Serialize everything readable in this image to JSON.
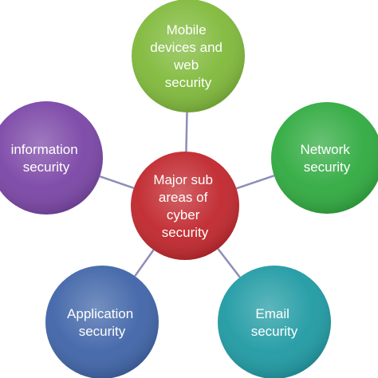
{
  "center": {
    "label_lines": [
      "Major sub",
      "areas of",
      "cyber",
      "security"
    ],
    "color": "#c0262c"
  },
  "nodes": [
    {
      "id": "mobile",
      "label_lines": [
        "Mobile",
        "devices and",
        "web",
        "security"
      ],
      "color": "#7fb93a"
    },
    {
      "id": "network",
      "label_lines": [
        "Network",
        "security"
      ],
      "color": "#2faa3f"
    },
    {
      "id": "email",
      "label_lines": [
        "Email",
        "security"
      ],
      "color": "#1f9aa3"
    },
    {
      "id": "application",
      "label_lines": [
        "Application",
        "security"
      ],
      "color": "#3f64a8"
    },
    {
      "id": "information",
      "label_lines": [
        "information",
        "security"
      ],
      "color": "#7a45a6"
    }
  ],
  "connector_color": "#8d8db8"
}
